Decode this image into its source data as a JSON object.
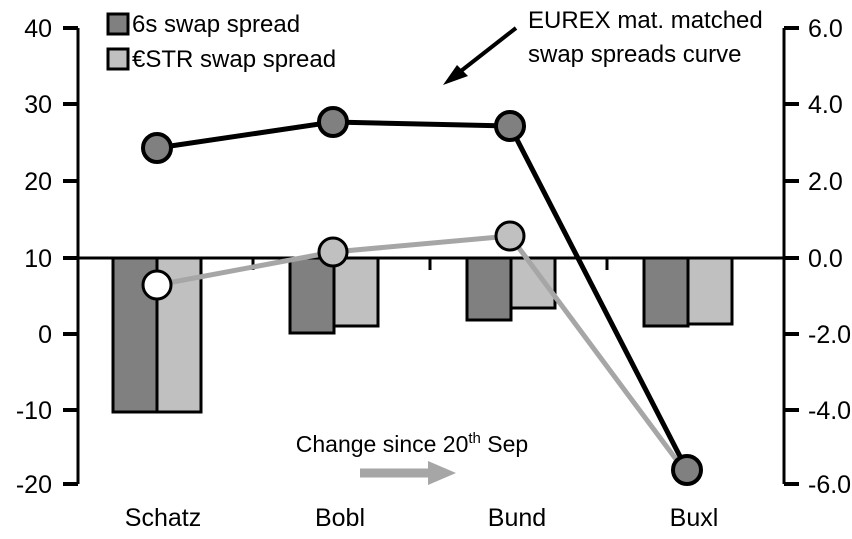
{
  "chart_data": {
    "type": "bar",
    "title": "",
    "xlabel": "",
    "ylabel": "",
    "categories": [
      "Schatz",
      "Bobl",
      "Bund",
      "Buxl"
    ],
    "left_axis": {
      "label": "",
      "ticks": [
        "40",
        "30",
        "20",
        "10",
        "0",
        "-10",
        "-20"
      ],
      "ylim": [
        -20,
        40
      ],
      "zero_reference": 10
    },
    "right_axis": {
      "label": "",
      "ticks": [
        "6.0",
        "4.0",
        "2.0",
        "0.0",
        "-2.0",
        "-4.0",
        "-6.0"
      ],
      "ylim": [
        -6.0,
        6.0
      ],
      "zero_reference": 0.0
    },
    "grid": false,
    "legend_position": "top-left",
    "series": [
      {
        "name": "6s swap spread",
        "type": "bar",
        "axis": "left",
        "color": "#808080",
        "values": [
          -10.3,
          0.1,
          1.9,
          1.0
        ]
      },
      {
        "name": "€STR swap spread",
        "type": "bar",
        "axis": "left",
        "color": "#c0c0c0",
        "values": [
          -10.3,
          0.9,
          3.4,
          1.2
        ]
      },
      {
        "name": "EUREX mat. matched swap spreads curve",
        "type": "line",
        "axis": "left",
        "color": "#000000",
        "marker_fill": "#808080",
        "values": [
          24.6,
          27.9,
          27.3,
          -18.0
        ]
      },
      {
        "name": "Change since 20th Sep",
        "type": "line",
        "axis": "left",
        "color": "#a6a6a6",
        "marker_fill": "#c0c0c0",
        "values": [
          6.1,
          10.6,
          12.8,
          -18.2
        ]
      }
    ],
    "annotations": [
      {
        "id": "eurex-curve-annotation",
        "line1": "EUREX mat. matched",
        "line2": "swap spreads curve",
        "arrow": "down-left",
        "color": "#000000"
      },
      {
        "id": "change-annotation",
        "text_before": "Change since 20",
        "text_sup": "th",
        "text_after": " Sep",
        "arrow": "right",
        "arrow_color": "#a6a6a6"
      }
    ]
  },
  "legend": {
    "items": [
      {
        "label": "6s swap spread",
        "color": "#808080"
      },
      {
        "label": "€STR swap spread",
        "color": "#c0c0c0"
      }
    ]
  },
  "axes": {
    "left_ticks": [
      "40",
      "30",
      "20",
      "10",
      "0",
      "-10",
      "-20"
    ],
    "right_ticks": [
      "6.0",
      "4.0",
      "2.0",
      "0.0",
      "-2.0",
      "-4.0",
      "-6.0"
    ]
  },
  "categories": [
    "Schatz",
    "Bobl",
    "Bund",
    "Buxl"
  ],
  "annotation1": {
    "line1": "EUREX mat. matched",
    "line2": "swap spreads curve"
  },
  "annotation2": {
    "prefix": "Change since 20",
    "sup": "th",
    "suffix": " Sep"
  },
  "colors": {
    "bar_dark": "#808080",
    "bar_light": "#c0c0c0",
    "line_black": "#000000",
    "line_gray": "#a6a6a6",
    "axis": "#000000"
  }
}
